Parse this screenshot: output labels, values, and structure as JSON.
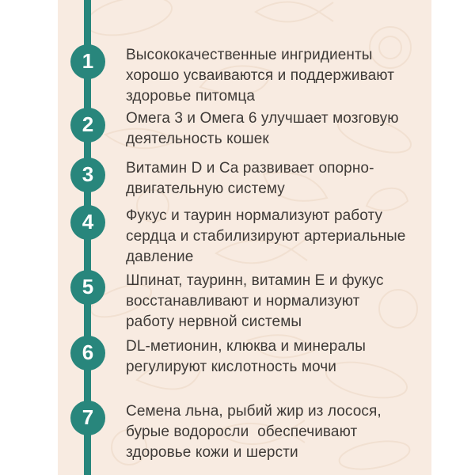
{
  "poster": {
    "background_color": "#f8ebe1",
    "accent_color": "#28867c",
    "text_color": "#3e3a37",
    "pattern_description": "faint food doodle outlines",
    "items": [
      {
        "number": "1",
        "lines": [
          "Высококачественные ингридиенты",
          "хорошо усваиваются и поддерживают",
          "здоровье питомца"
        ]
      },
      {
        "number": "2",
        "lines": [
          "Омега 3 и Омега 6 улучшает мозговую",
          "деятельность кошек"
        ]
      },
      {
        "number": "3",
        "lines": [
          "Витамин D и Ca развивает опорно-",
          "двигательную систему"
        ]
      },
      {
        "number": "4",
        "lines": [
          "Фукус и таурин нормализуют работу",
          "сердца и стабилизируют артериальные",
          "давление"
        ]
      },
      {
        "number": "5",
        "lines": [
          "Шпинат, тауринн, витамин Е и фукус",
          "восстанавливают и нормализуют",
          "работу нервной системы"
        ]
      },
      {
        "number": "6",
        "lines": [
          "DL-метионин, клюква и минералы",
          "регулируют кислотность мочи"
        ]
      },
      {
        "number": "7",
        "lines": [
          "Семена льна, рыбий жир из лосося,",
          "бурые водоросли  обеспечивают",
          "здоровье кожи и шерсти"
        ]
      }
    ]
  }
}
